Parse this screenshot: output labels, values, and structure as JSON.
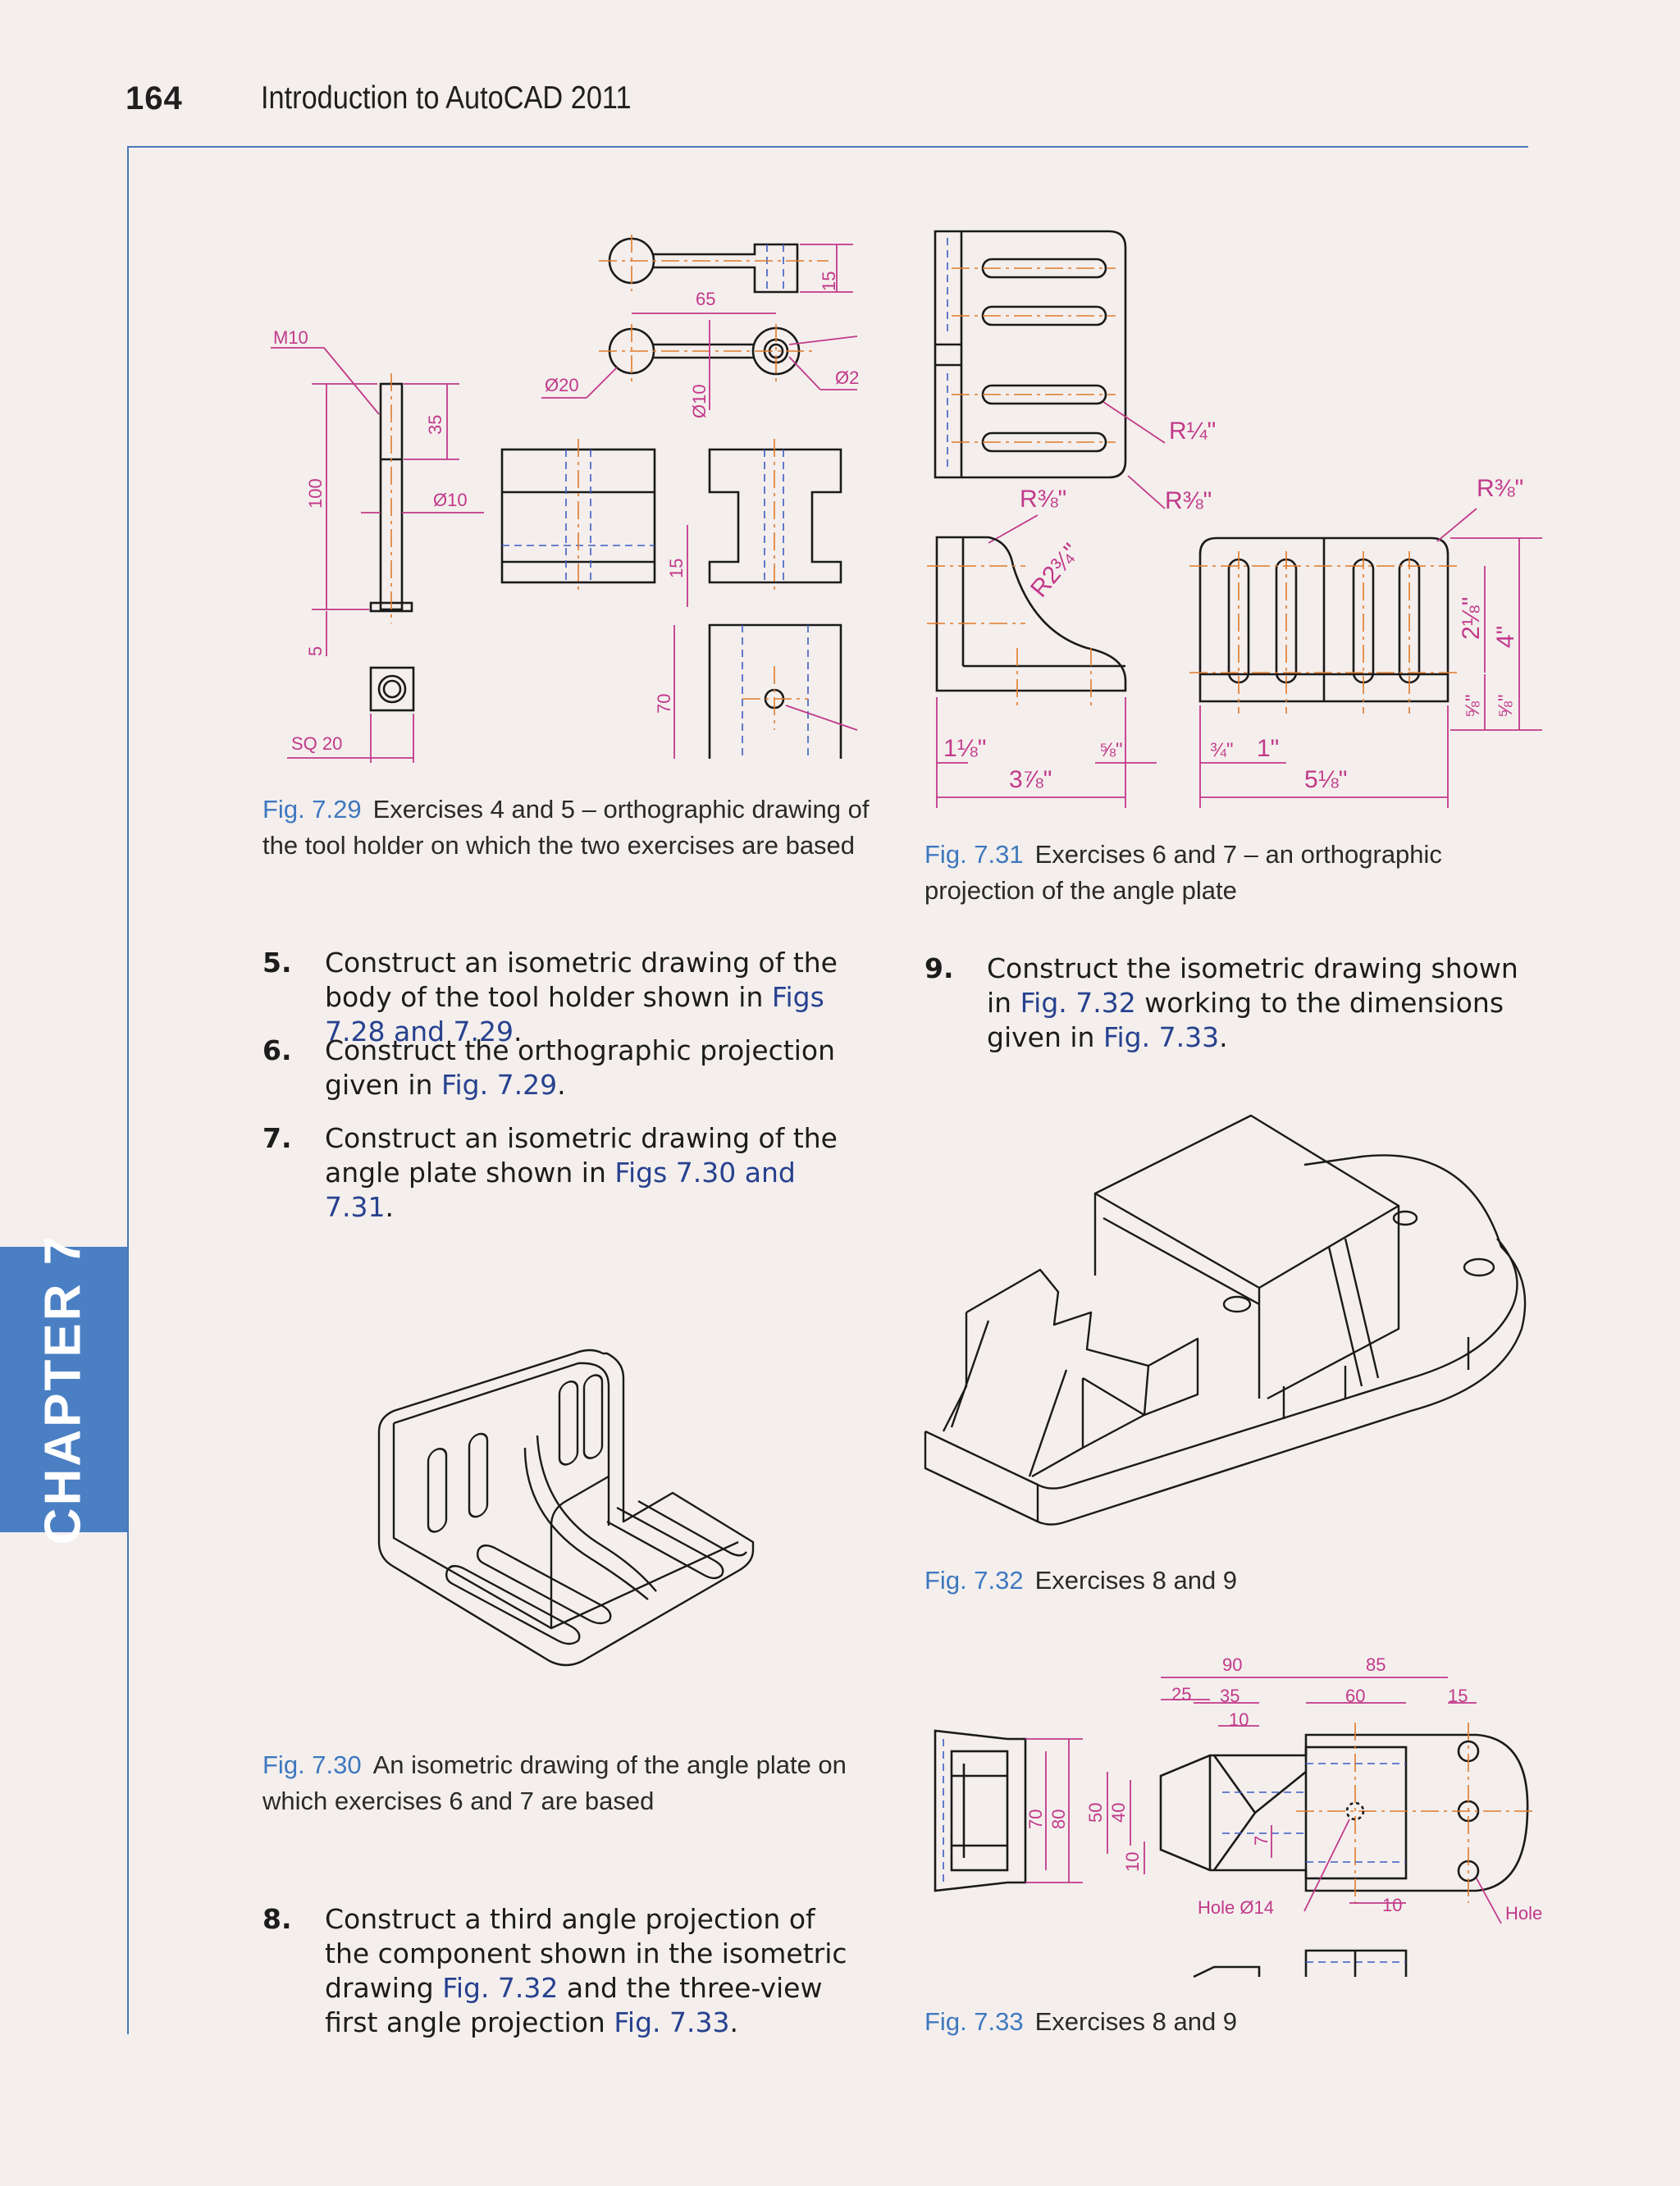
{
  "header": {
    "page_number": "164",
    "book_title": "Introduction to AutoCAD 2011"
  },
  "chapter_tab": "CHAPTER 7",
  "figures": {
    "fig729": {
      "label": "Fig. 7.29",
      "caption": "Exercises 4 and 5 – orthographic drawing of the tool holder on which the two exercises are based",
      "dims": {
        "m10": "M10",
        "d20": "Ø20",
        "d10a": "Ø10",
        "d10b": "Ø10",
        "d65": "65",
        "d15a": "15",
        "d35": "35",
        "d100": "100",
        "d5": "5",
        "sq20": "SQ 20",
        "d15b": "15",
        "d70": "70",
        "d2": "Ø2"
      }
    },
    "fig730": {
      "label": "Fig. 7.30",
      "caption": "An isometric drawing of the angle plate on which exercises 6 and 7 are based"
    },
    "fig731": {
      "label": "Fig. 7.31",
      "caption": "Exercises 6 and 7 – an orthographic projection of the angle plate",
      "dims": {
        "r14": "R¼\"",
        "r38a": "R⅜\"",
        "r38b": "R⅜\"",
        "r38c": "R⅜\"",
        "r234": "R2¾\"",
        "d118": "1⅛\"",
        "d378": "3⅞\"",
        "d58a": "⅝\"",
        "d34": "¾\"",
        "d1": "1\"",
        "d518": "5⅛\"",
        "d218": "2⅛\"",
        "d4": "4\"",
        "d58b": "⅝\"",
        "d58c": "⅝\""
      }
    },
    "fig732": {
      "label": "Fig. 7.32",
      "caption": "Exercises 8 and 9"
    },
    "fig733": {
      "label": "Fig. 7.33",
      "caption": "Exercises 8 and 9",
      "dims": {
        "d90": "90",
        "d85": "85",
        "d25": "25",
        "d35": "35",
        "d60": "60",
        "d15": "15",
        "d10a": "10",
        "d70": "70",
        "d80": "80",
        "d50": "50",
        "d40": "40",
        "d10b": "10",
        "d7": "7",
        "hole14": "Hole Ø14",
        "d10c": "10",
        "hole": "Hole"
      }
    }
  },
  "exercises": [
    {
      "num": "5.",
      "parts": [
        "Construct an isometric drawing of the body of the tool holder shown in ",
        "Figs 7.28 and 7.29",
        "."
      ]
    },
    {
      "num": "6.",
      "parts": [
        "Construct the orthographic projection given in ",
        "Fig. 7.29",
        "."
      ]
    },
    {
      "num": "7.",
      "parts": [
        "Construct an isometric drawing of the angle plate shown in ",
        "Figs 7.30 and 7.31",
        "."
      ]
    },
    {
      "num": "8.",
      "parts": [
        "Construct a third angle projection of the component shown in the isometric drawing ",
        "Fig. 7.32",
        " and the three-view first angle projection ",
        "Fig. 7.33",
        "."
      ]
    },
    {
      "num": "9.",
      "parts": [
        "Construct the isometric drawing shown in ",
        "Fig. 7.32",
        " working to the dimensions given in ",
        "Fig. 7.33",
        "."
      ]
    }
  ],
  "colors": {
    "accent_blue": "#4a7fc4",
    "link_blue": "#27418f",
    "dimension_magenta": "#c2398a",
    "centre_orange": "#e07a2a",
    "hidden_blue": "#3d5cc4",
    "page_bg": "#f4efed"
  }
}
